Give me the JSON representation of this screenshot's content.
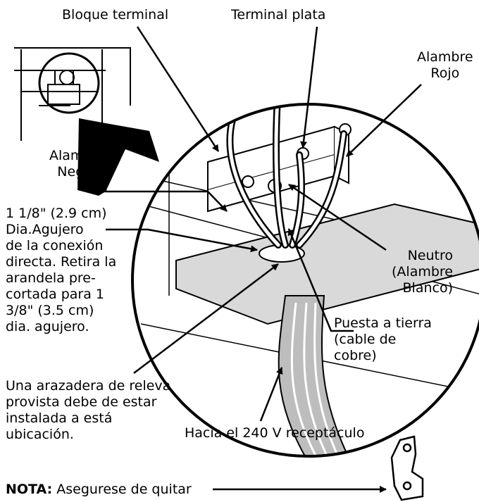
{
  "labels": {
    "terminal_block": "Bloque terminal",
    "silver_terminal": "Terminal plata",
    "red_wire": [
      "Alambre",
      "Rojo"
    ],
    "black_wire": [
      "Alambre",
      "Negro"
    ],
    "hole_note": [
      "1 1/8\" (2.9 cm)",
      "Dia.Agujero",
      "de la conexión",
      "directa. Retira la",
      "arandela pre-",
      "cortada para 1",
      "3/8\" (3.5 cm)",
      "dia. agujero."
    ],
    "neutral": [
      "Neutro",
      "(Alambre",
      "Blanco)"
    ],
    "ground": [
      "Puesta a tierra",
      "(cable de",
      "cobre)"
    ],
    "strain_relief": [
      "Una arazadera de releva",
      "provista debe de estar",
      "instalada a está",
      "ubicación."
    ],
    "receptacle": "Hacia el 240 V receptáculo",
    "note_bold": "NOTA:",
    "note_text": " Asegurese de quitar"
  }
}
